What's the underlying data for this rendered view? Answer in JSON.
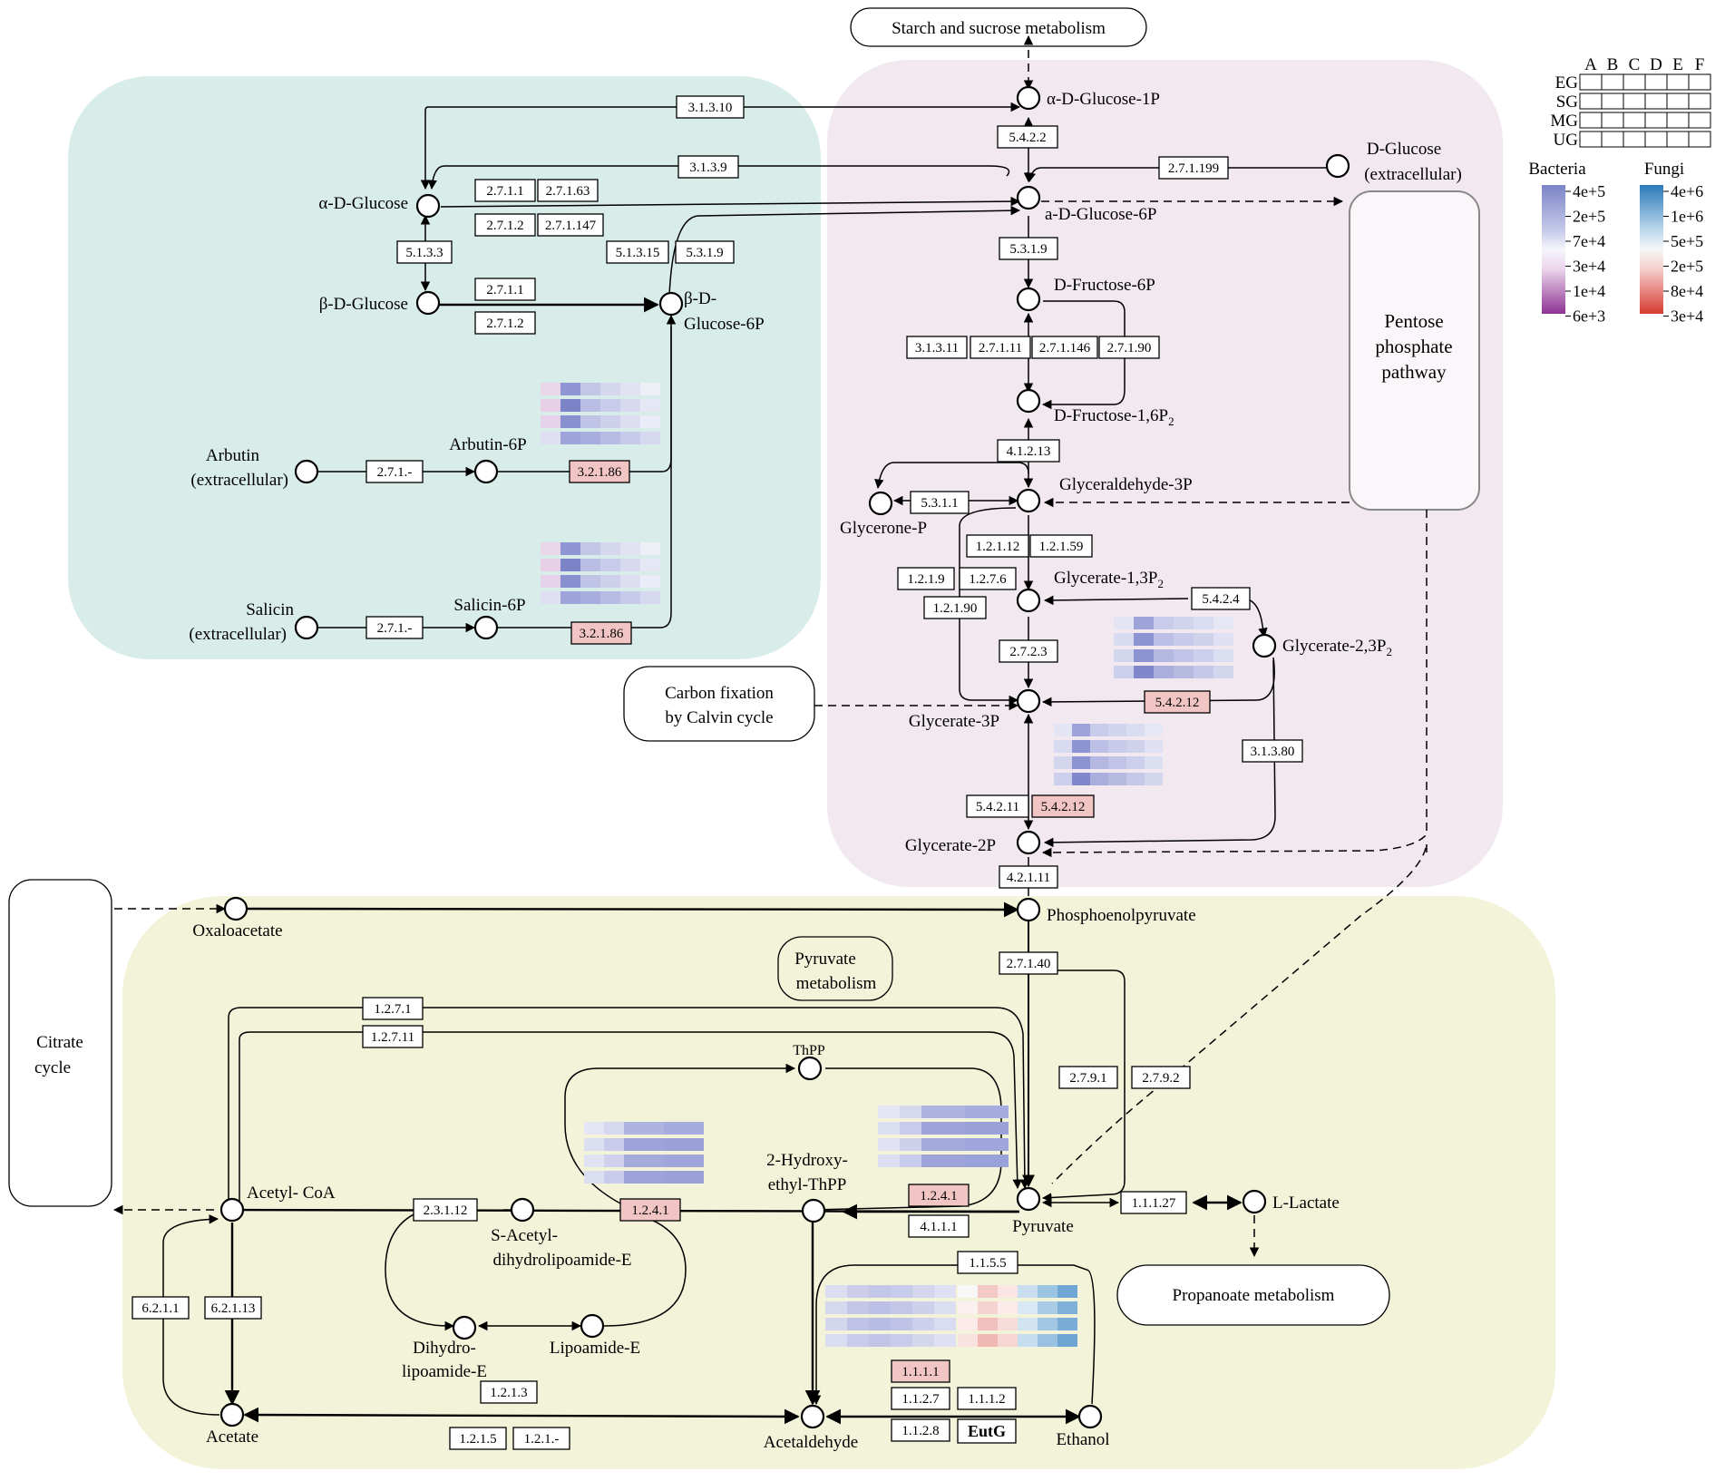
{
  "regions": {
    "teal": "#d8ece9",
    "pink": "#f1e8f0",
    "yellow": "#f3f3d9"
  },
  "pathways": {
    "starch": "Starch and sucrose metabolism",
    "pentose": [
      "Pentose",
      "phosphate",
      "pathway"
    ],
    "carbon": [
      "Carbon fixation",
      "by Calvin cycle"
    ],
    "citrate": [
      "Citrate",
      "cycle"
    ],
    "pyruvate_metab": [
      "Pyruvate",
      "metabolism"
    ],
    "propanoate": "Propanoate metabolism"
  },
  "compounds": {
    "a_glc1p": "α-D-Glucose-1P",
    "dglucose_ext": [
      "D-Glucose",
      "(extracellular)"
    ],
    "a_glc": "α-D-Glucose",
    "a_glc6p": "a-D-Glucose-6P",
    "b_glc": "β-D-Glucose",
    "b_glc6p": [
      "β-D-",
      "Glucose-6P"
    ],
    "fru6p": "D-Fructose-6P",
    "fru16p2": "D-Fructose-1,6P",
    "arbutin": [
      "Arbutin",
      "(extracellular)"
    ],
    "arbutin6p": "Arbutin-6P",
    "salicin": [
      "Salicin",
      "(extracellular)"
    ],
    "salicin6p": "Salicin-6P",
    "gap": "Glyceraldehyde-3P",
    "glycerone": "Glycerone-P",
    "g13p2": "Glycerate-1,3P",
    "g23p2": "Glycerate-2,3P",
    "g3p": "Glycerate-3P",
    "g2p": "Glycerate-2P",
    "oaa": "Oxaloacetate",
    "pep": "Phosphoenolpyruvate",
    "thpp": "ThPP",
    "hethpp": [
      "2-Hydroxy-",
      "ethyl-ThPP"
    ],
    "acetylcoa": "Acetyl- CoA",
    "sacetyl": [
      "S-Acetyl-",
      "dihydrolipoamide-E"
    ],
    "dihydro": [
      "Dihydro-",
      "lipoamide-E"
    ],
    "lipoamide": "Lipoamide-E",
    "pyruvate": "Pyruvate",
    "llactate": "L-Lactate",
    "acetate": "Acetate",
    "acetaldehyde": "Acetaldehyde",
    "ethanol": "Ethanol",
    "subscript_2": "2"
  },
  "enzymes": {
    "e_3_1_3_10": "3.1.3.10",
    "e_5_4_2_2": "5.4.2.2",
    "e_3_1_3_9": "3.1.3.9",
    "e_2_7_1_199": "2.7.1.199",
    "e_2_7_1_1a": "2.7.1.1",
    "e_2_7_1_63": "2.7.1.63",
    "e_2_7_1_2a": "2.7.1.2",
    "e_2_7_1_147": "2.7.1.147",
    "e_5_1_3_3": "5.1.3.3",
    "e_5_1_3_15": "5.1.3.15",
    "e_5_3_1_9b": "5.3.1.9",
    "e_5_3_1_9": "5.3.1.9",
    "e_2_7_1_1b": "2.7.1.1",
    "e_2_7_1_2b": "2.7.1.2",
    "e_3_1_3_11": "3.1.3.11",
    "e_2_7_1_11": "2.7.1.11",
    "e_2_7_1_146": "2.7.1.146",
    "e_2_7_1_90": "2.7.1.90",
    "e_4_1_2_13": "4.1.2.13",
    "e_arb_271": "2.7.1.-",
    "e_arb_3286": "3.2.1.86",
    "e_sal_271": "2.7.1.-",
    "e_sal_3286": "3.2.1.86",
    "e_5_3_1_1": "5.3.1.1",
    "e_1_2_1_12": "1.2.1.12",
    "e_1_2_1_59": "1.2.1.59",
    "e_1_2_1_9": "1.2.1.9",
    "e_1_2_7_6": "1.2.7.6",
    "e_1_2_1_90": "1.2.1.90",
    "e_5_4_2_4": "5.4.2.4",
    "e_2_7_2_3": "2.7.2.3",
    "e_5_4_2_12a": "5.4.2.12",
    "e_3_1_3_80": "3.1.3.80",
    "e_5_4_2_11": "5.4.2.11",
    "e_5_4_2_12b": "5.4.2.12",
    "e_4_2_1_11": "4.2.1.11",
    "e_2_7_1_40": "2.7.1.40",
    "e_1_2_7_1": "1.2.7.1",
    "e_1_2_7_11": "1.2.7.11",
    "e_2_7_9_1": "2.7.9.1",
    "e_2_7_9_2": "2.7.9.2",
    "e_2_3_1_12": "2.3.1.12",
    "e_1_2_4_1a": "1.2.4.1",
    "e_1_2_4_1b": "1.2.4.1",
    "e_4_1_1_1": "4.1.1.1",
    "e_1_1_1_27": "1.1.1.27",
    "e_1_1_5_5": "1.1.5.5",
    "e_6_2_1_1": "6.2.1.1",
    "e_6_2_1_13": "6.2.1.13",
    "e_1_2_1_3": "1.2.1.3",
    "e_1_1_1_1": "1.1.1.1",
    "e_1_1_2_7": "1.1.2.7",
    "e_1_1_1_2": "1.1.1.2",
    "e_1_1_2_8": "1.1.2.8",
    "e_eutg": "EutG",
    "e_1_2_1_5": "1.2.1.5",
    "e_1_2_1_dash": "1.2.1.-"
  },
  "legend": {
    "columns": [
      "A",
      "B",
      "C",
      "D",
      "E",
      "F"
    ],
    "rows": [
      "EG",
      "SG",
      "MG",
      "UG"
    ],
    "bacteria_title": "Bacteria",
    "fungi_title": "Fungi",
    "bacteria_ticks": [
      "4e+5",
      "2e+5",
      "7e+4",
      "3e+4",
      "1e+4",
      "6e+3"
    ],
    "fungi_ticks": [
      "4e+6",
      "1e+6",
      "5e+5",
      "2e+5",
      "8e+4",
      "3e+4"
    ],
    "bacteria_colors": [
      "#7b84c8",
      "#b9bde3",
      "#f3f3fb",
      "#ead3ea",
      "#c48cc6",
      "#8d3393"
    ],
    "fungi_colors": [
      "#2b7ab9",
      "#b4d3ea",
      "#f7f7f7",
      "#f3c9c6",
      "#e47f76",
      "#d63c30"
    ]
  },
  "highlight_color": "#f2c5c5"
}
